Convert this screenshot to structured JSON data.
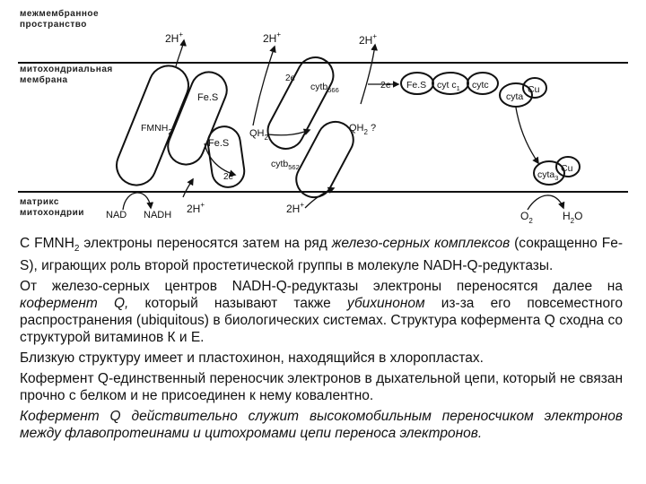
{
  "diagram": {
    "regions": {
      "intermembrane": [
        "межмембранное",
        "пространство"
      ],
      "membrane": [
        "митохондриальная",
        "мембрана"
      ],
      "matrix": [
        "матрикс",
        "митохондрии"
      ]
    },
    "labels": {
      "h_top_1": "2H",
      "h_top_2": "2H",
      "h_top_3": "2H",
      "plus": "+",
      "fmn": "FMNH",
      "fmn_sub": "2",
      "fes_1": "Fe.S",
      "fes_2": "Fe.S",
      "two_e_1": "2e",
      "two_e_2": "2e",
      "two_e_3": "2e",
      "qh2_1": "QH",
      "qh2_2": "QH",
      "sub2": "2",
      "qh2_q": "?",
      "cytb566": "cytb",
      "cytb566_sub": "566",
      "cytb562": "cytb",
      "cytb562_sub": "562",
      "fes_chain": "Fe.S",
      "cyt_c1": "cyt c",
      "cyt_c1_sub": "1",
      "cytc": "cytc",
      "cu_1": "Cu",
      "cu_2": "Cu",
      "cyta": "cyta",
      "cyta3": "cyta",
      "cyta3_sub": "3",
      "nad": "NAD",
      "nadh": "NADH",
      "h_bot_1": "2H",
      "h_bot_2": "2H",
      "o2": "O",
      "o2_sub": "2",
      "h2o": "H",
      "h2o_sub": "2",
      "h2o_o": "O"
    }
  },
  "text": {
    "p1_a": "С FMNH",
    "p1_sub": "2",
    "p1_b": " электроны переносятся затем на ряд ",
    "p1_it": "железо-серных комплексов",
    "p1_c": " (сокращенно Fe-S), играющих роль второй простетической группы в молекуле NADH-Q-редуктазы.",
    "p2_a": "От железо-серных центров NADH-Q-редуктазы электроны переносятся далее на ",
    "p2_it1": "кофермент Q,",
    "p2_b": " который называют также ",
    "p2_it2": "убихиноном",
    "p2_c": " из-за его повсеместного распространения (ubiquitous) в биологических системах. Структура кофермента Q сходна со структурой витаминов К и Е.",
    "p3": "Близкую структуру имеет и пластохинон, находящийся в хлоропластах.",
    "p4": "Кофермент Q-единственный переносчик электронов в дыхательной цепи, который не связан прочно с белком и не присоединен к нему ковалентно.",
    "p5": "Кофермент Q действительно служит высокомобильным переносчиком электронов между флавопротеинами и цитохромами цепи переноса электронов."
  }
}
